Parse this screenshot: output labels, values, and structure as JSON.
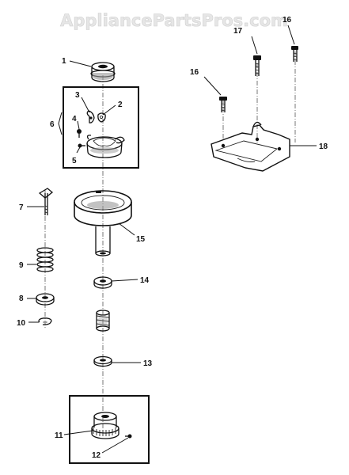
{
  "watermark": "AppliancePartsPros.com",
  "callouts": {
    "c1": "1",
    "c2": "2",
    "c3": "3",
    "c4": "4",
    "c5": "5",
    "c6": "6",
    "c7": "7",
    "c8": "8",
    "c9": "9",
    "c10": "10",
    "c11": "11",
    "c12": "12",
    "c13": "13",
    "c14": "14",
    "c15": "15",
    "c16a": "16",
    "c16b": "16",
    "c17": "17",
    "c18": "18"
  }
}
